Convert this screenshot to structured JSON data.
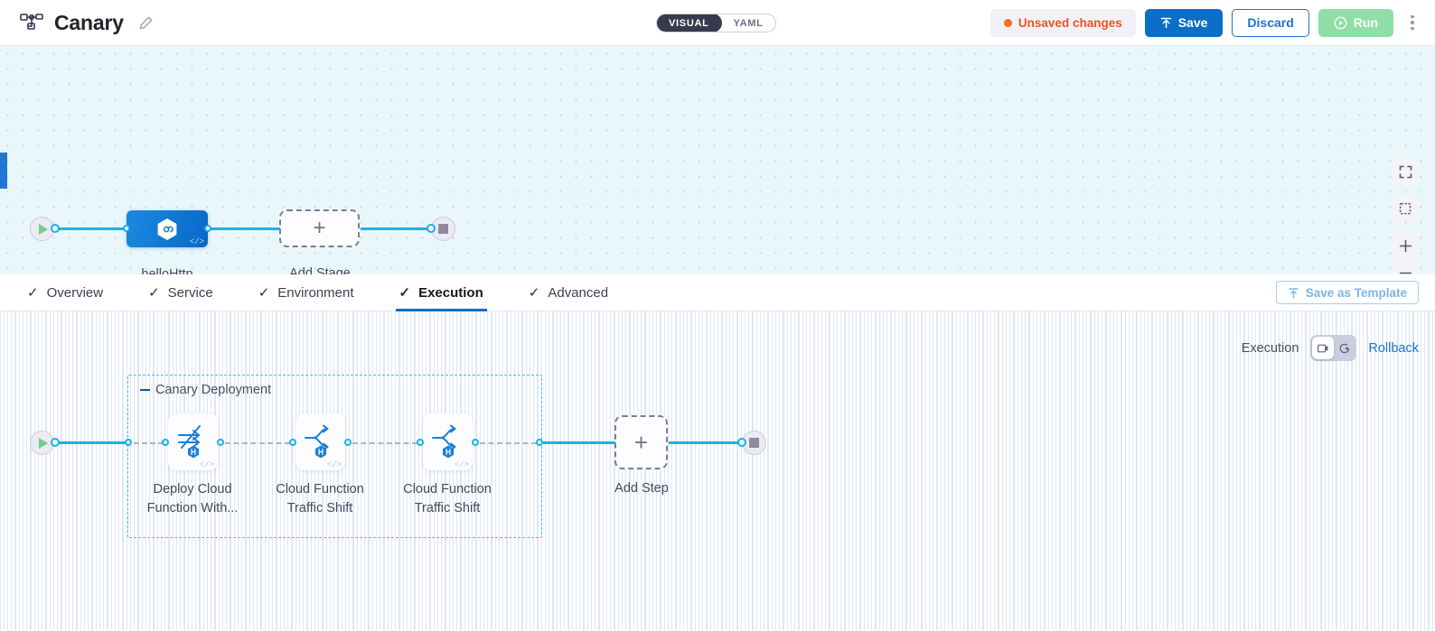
{
  "header": {
    "pipeline_icon": "pipeline-nodes-icon",
    "title": "Canary",
    "edit_icon": "pencil-icon",
    "view_toggle": {
      "options": [
        "VISUAL",
        "YAML"
      ],
      "selected": "VISUAL"
    },
    "unsaved_label": "Unsaved changes",
    "unsaved_color": "#f4511e",
    "save_label": "Save",
    "save_icon": "upload-icon",
    "discard_label": "Discard",
    "run_label": "Run",
    "run_icon": "play-circle-icon",
    "more_icon": "kebab-menu-icon"
  },
  "top_canvas": {
    "start_node": {
      "icon": "play-icon"
    },
    "end_node": {
      "icon": "stop-icon"
    },
    "stage": {
      "label": "helloHttp",
      "icon": "hexagon-link-icon",
      "code_badge": "</>"
    },
    "add_stage": {
      "label": "Add Stage",
      "icon": "plus-icon"
    },
    "controls": [
      {
        "name": "fullscreen-icon"
      },
      {
        "name": "select-area-icon"
      },
      {
        "name": "zoom-in-icon"
      },
      {
        "name": "zoom-out-icon"
      }
    ]
  },
  "tabs": [
    {
      "label": "Overview",
      "checked": true,
      "active": false
    },
    {
      "label": "Service",
      "checked": true,
      "active": false
    },
    {
      "label": "Environment",
      "checked": true,
      "active": false
    },
    {
      "label": "Execution",
      "checked": true,
      "active": true
    },
    {
      "label": "Advanced",
      "checked": true,
      "active": false
    }
  ],
  "save_as_template": {
    "label": "Save as Template",
    "icon": "template-upload-icon"
  },
  "bottom_canvas": {
    "exec_label": "Execution",
    "toggle": {
      "left_icon": "rollout-icon",
      "right_icon": "rollback-arrow-icon",
      "selected": "left"
    },
    "rollback_label": "Rollback",
    "start_node": {
      "icon": "play-icon"
    },
    "end_node": {
      "icon": "stop-icon"
    },
    "group": {
      "label": "Canary Deployment",
      "collapse_icon": "collapse-dash-icon",
      "steps": [
        {
          "label_line1": "Deploy Cloud",
          "label_line2": "Function With...",
          "icon": "deploy-arrows-icon",
          "badge": "harness-hex-badge",
          "code_badge": "</>"
        },
        {
          "label_line1": "Cloud Function",
          "label_line2": "Traffic Shift",
          "icon": "traffic-split-icon",
          "badge": "harness-hex-badge",
          "code_badge": "</>"
        },
        {
          "label_line1": "Cloud Function",
          "label_line2": "Traffic Shift",
          "icon": "traffic-split-icon",
          "badge": "harness-hex-badge",
          "code_badge": "</>"
        }
      ]
    },
    "add_step": {
      "label": "Add Step",
      "icon": "plus-icon"
    }
  },
  "colors": {
    "accent_blue": "#0b6ec7",
    "edge_cyan": "#19b2e9",
    "group_border": "#3ec2ef",
    "warn_orange": "#f4511e",
    "run_green": "#90dfa6",
    "canvas_top_bg": "#e9f7fb"
  }
}
